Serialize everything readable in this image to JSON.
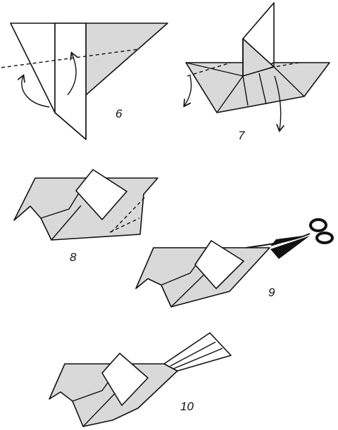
{
  "steps": [
    {
      "id": "6",
      "label": "6"
    },
    {
      "id": "7",
      "label": "7"
    },
    {
      "id": "8",
      "label": "8"
    },
    {
      "id": "9",
      "label": "9"
    },
    {
      "id": "10",
      "label": "10"
    }
  ],
  "colors": {
    "paper": "#d9d9d9",
    "outline": "#111111",
    "background": "#ffffff"
  },
  "icons": [
    "scissors-icon",
    "fold-arrow-icon"
  ]
}
